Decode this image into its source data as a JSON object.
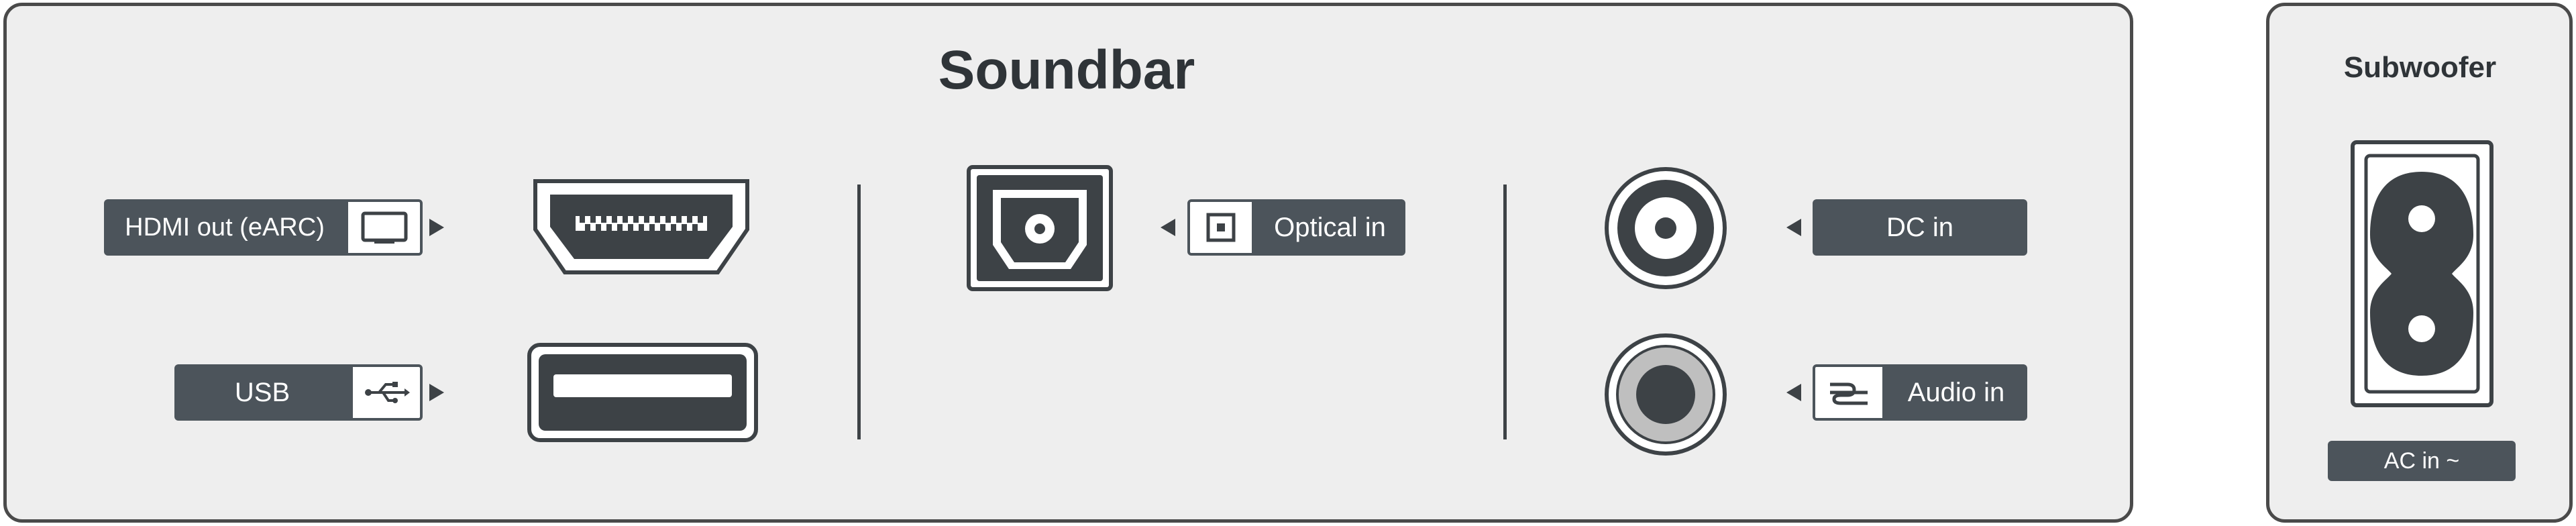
{
  "soundbar": {
    "title": "Soundbar",
    "ports": [
      {
        "label": "HDMI out (eARC)",
        "icon": "tv-icon"
      },
      {
        "label": "USB",
        "icon": "usb-icon"
      },
      {
        "label": "Optical in",
        "icon": "optical-icon"
      },
      {
        "label": "DC in"
      },
      {
        "label": "Audio in",
        "icon": "audio-cable-icon"
      }
    ]
  },
  "subwoofer": {
    "title": "Subwoofer",
    "port": {
      "label": "AC in ~"
    }
  },
  "colors": {
    "label_bg": "#4c545b",
    "panel_bg": "#eeeeee",
    "border": "#4a4a4a"
  }
}
